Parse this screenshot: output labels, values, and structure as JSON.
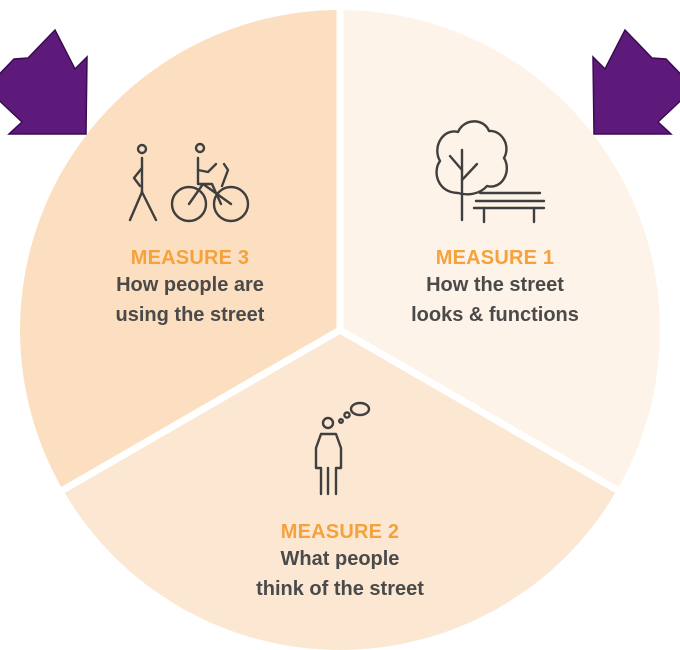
{
  "colors": {
    "segment_measure_3": "#fbdfc0",
    "segment_measure_2": "#fce8d2",
    "segment_measure_1": "#fef3e8",
    "divider": "#ffffff",
    "title_accent": "#f6a23c",
    "text_dark": "#4a4a4a",
    "icon_stroke": "#3f3f3f",
    "arrow_fill": "#5e1a7a",
    "arrow_stroke": "#3a0a52"
  },
  "segments": {
    "measure_3": {
      "title": "MEASURE 3",
      "line1": "How people are",
      "line2": "using the street",
      "icon": "pedestrian-and-cyclist-icon"
    },
    "measure_1": {
      "title": "MEASURE 1",
      "line1": "How the street",
      "line2": "looks & functions",
      "icon": "tree-and-bench-icon"
    },
    "measure_2": {
      "title": "MEASURE 2",
      "line1": "What people",
      "line2": "think of the street",
      "icon": "person-thinking-icon"
    }
  },
  "arrows": {
    "left": "arrow-pointing-down-right",
    "right": "arrow-pointing-down-left"
  }
}
